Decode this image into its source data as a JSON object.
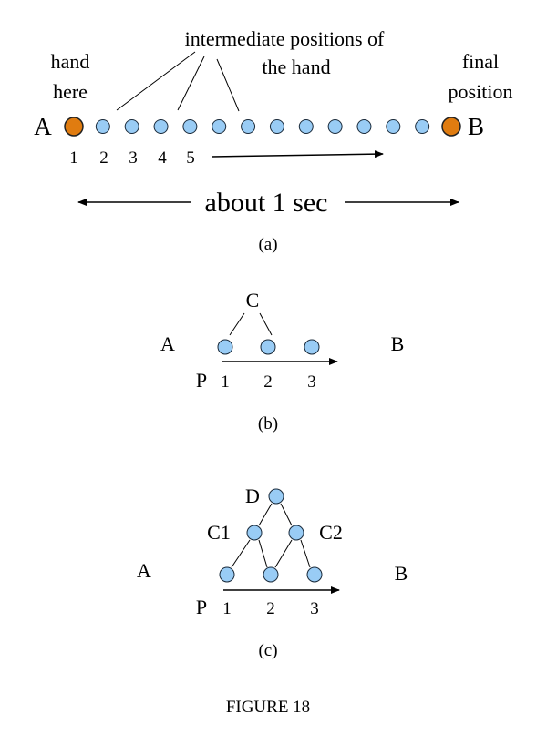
{
  "colors": {
    "intermediate": "#99ccf5",
    "endpoint": "#e07c10"
  },
  "panel_a": {
    "label_a": "A",
    "label_b": "B",
    "start_label_1": "hand",
    "start_label_2": "here",
    "final_label_1": "final",
    "final_label_2": "position",
    "intermediate_label_1": "intermediate positions of",
    "intermediate_label_2": "the hand",
    "numbers": [
      "1",
      "2",
      "3",
      "4",
      "5"
    ],
    "duration": "about 1 sec",
    "caption": "(a)",
    "intermediate_count": 12
  },
  "panel_b": {
    "label_a": "A",
    "label_b": "B",
    "label_c": "C",
    "label_p": "P",
    "numbers": [
      "1",
      "2",
      "3"
    ],
    "caption": "(b)"
  },
  "panel_c": {
    "label_a": "A",
    "label_b": "B",
    "label_d": "D",
    "label_c1": "C1",
    "label_c2": "C2",
    "label_p": "P",
    "numbers": [
      "1",
      "2",
      "3"
    ],
    "caption": "(c)"
  },
  "figure_title": "FIGURE 18"
}
